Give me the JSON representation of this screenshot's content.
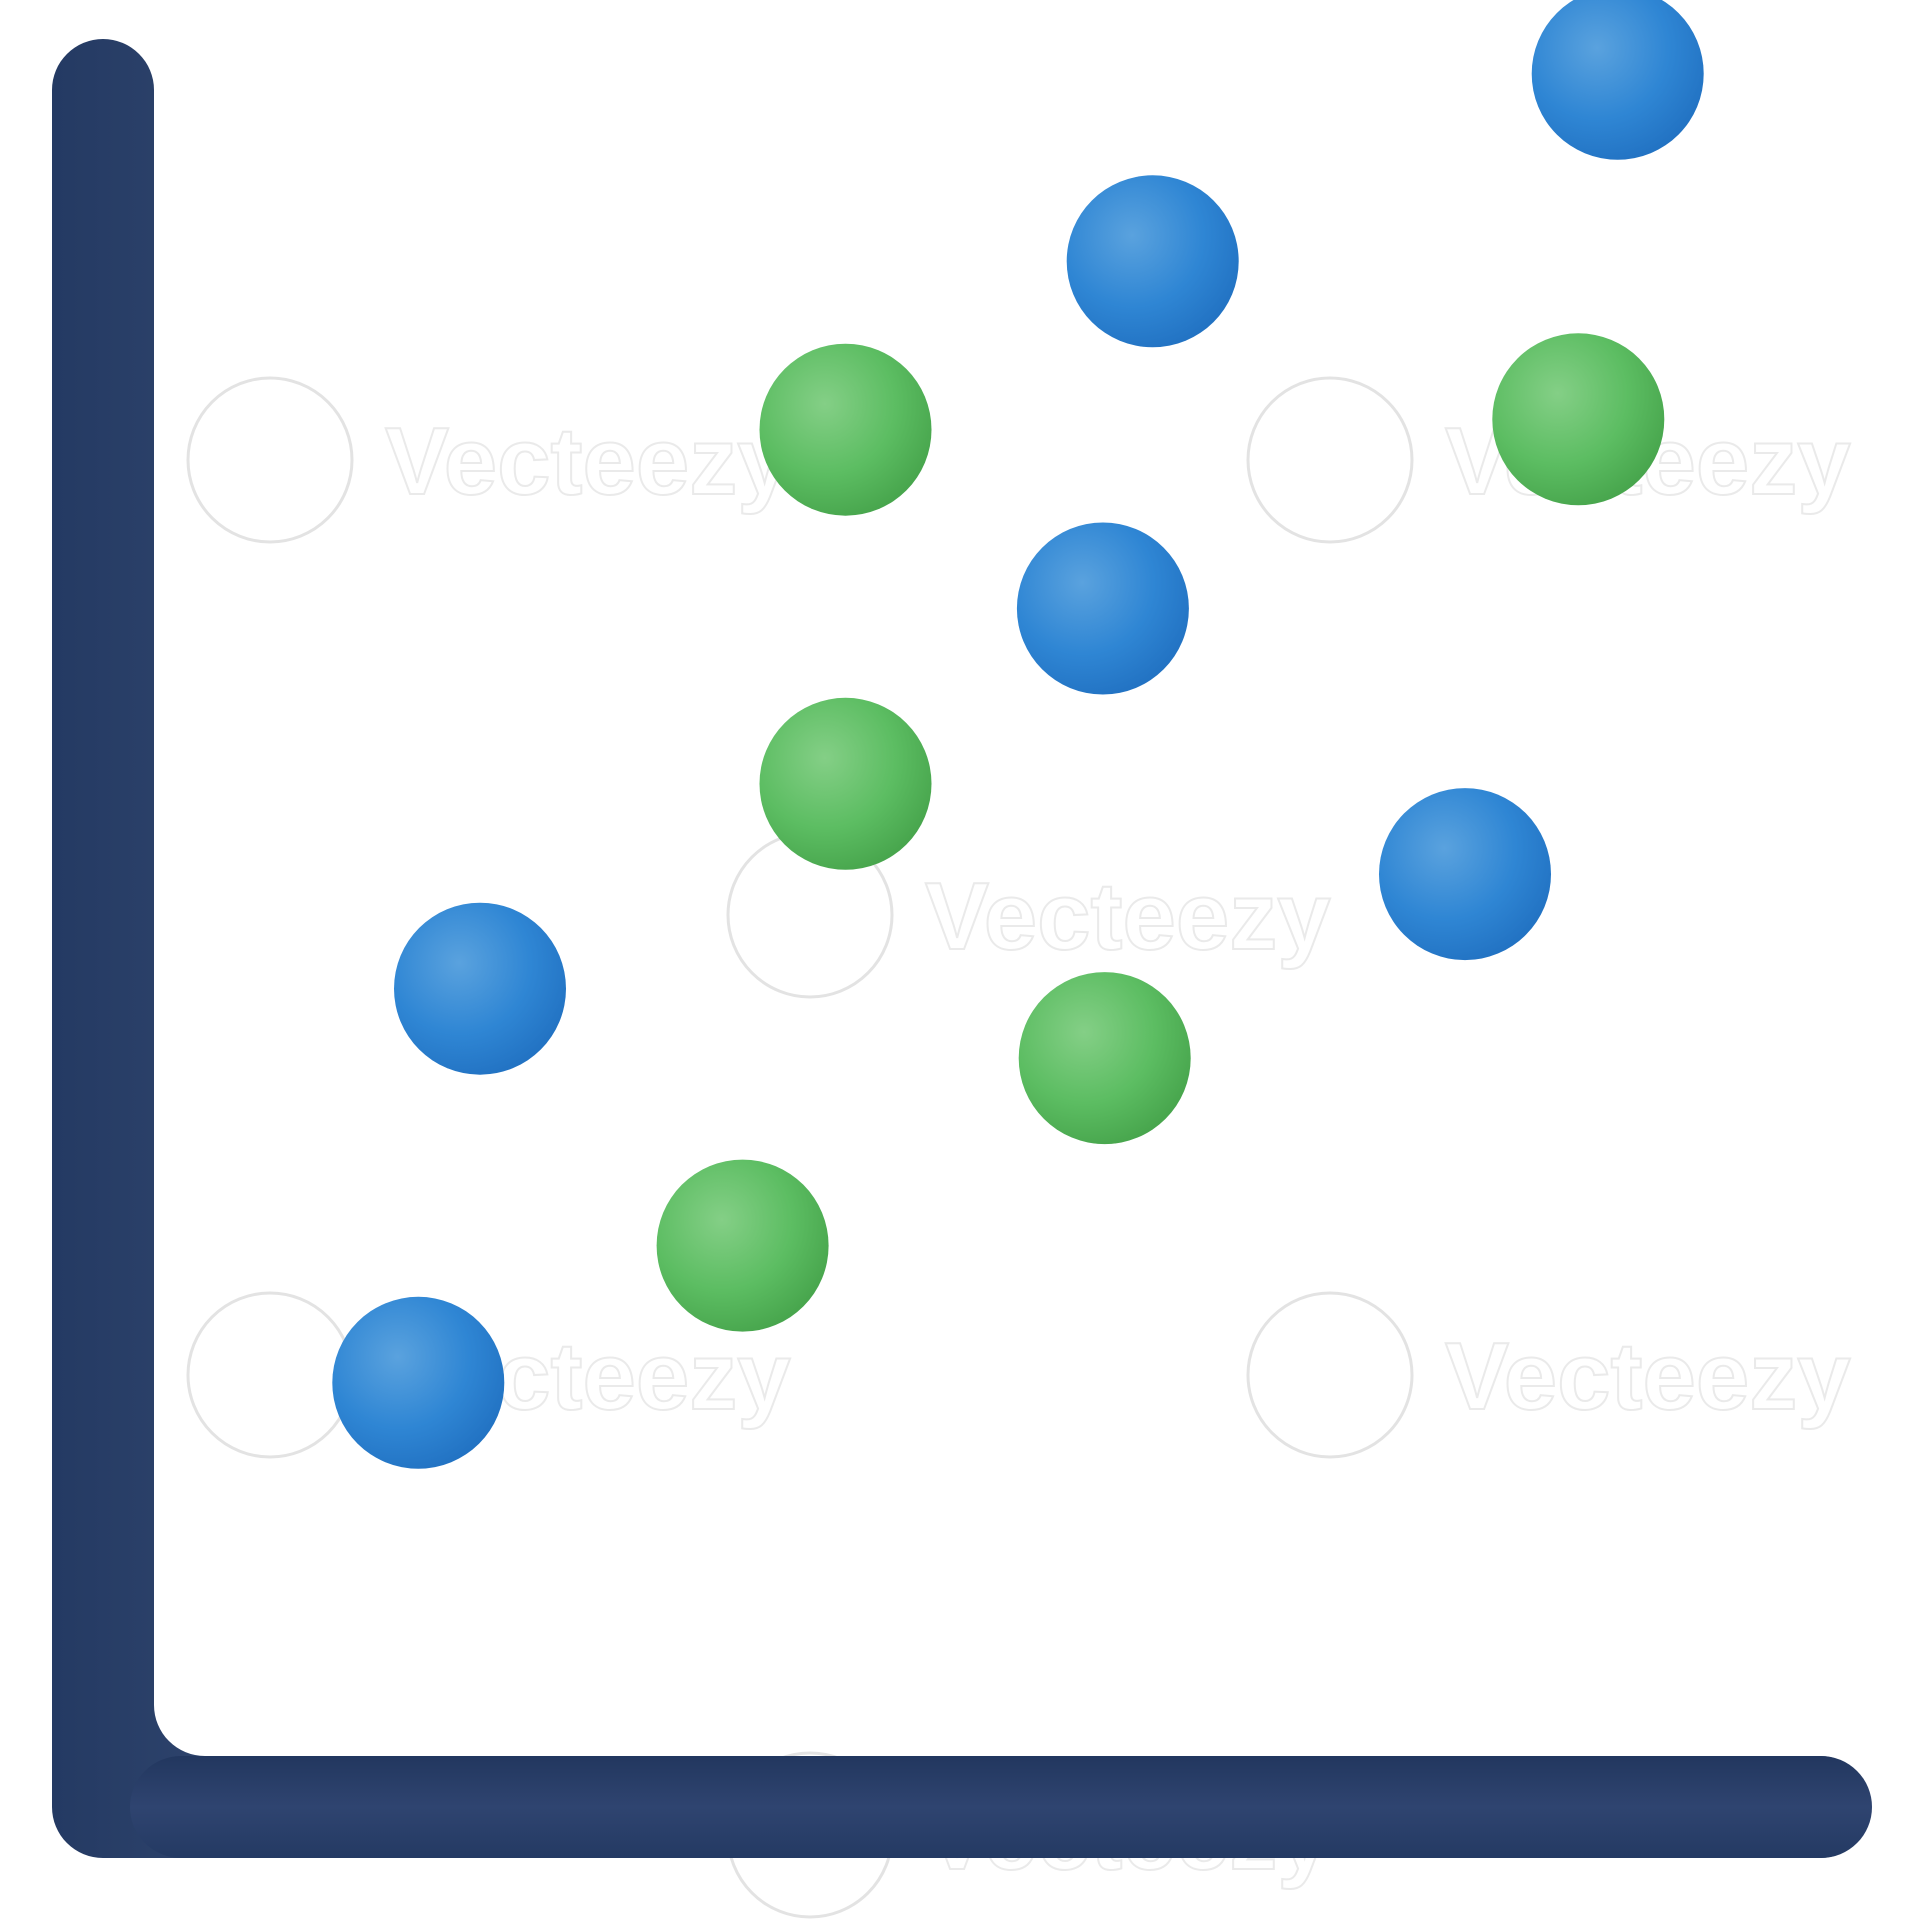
{
  "watermark": {
    "text": "Vecteezy"
  },
  "colors": {
    "axis": "#2f4470",
    "series_blue": "#2f86d4",
    "series_green": "#5cbd62",
    "background": "#ffffff"
  },
  "chart_data": {
    "type": "scatter",
    "title": "",
    "xlabel": "",
    "ylabel": "",
    "grid": false,
    "xlim": [
      0,
      100
    ],
    "ylim": [
      0,
      100
    ],
    "series": [
      {
        "color": "blue",
        "points": [
          [
            15.4,
            21.5
          ],
          [
            19.0,
            44.2
          ],
          [
            55.3,
            66.1
          ],
          [
            58.2,
            86.1
          ],
          [
            76.4,
            50.8
          ],
          [
            85.3,
            96.9
          ]
        ]
      },
      {
        "color": "green",
        "points": [
          [
            34.3,
            29.4
          ],
          [
            40.3,
            56.0
          ],
          [
            40.3,
            76.4
          ],
          [
            55.4,
            40.2
          ],
          [
            83.0,
            77.0
          ]
        ]
      }
    ]
  }
}
